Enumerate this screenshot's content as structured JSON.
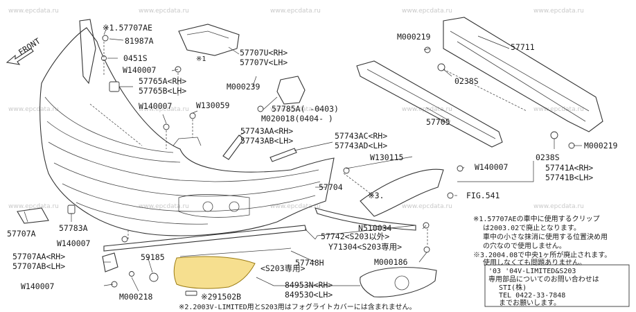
{
  "watermark": "www.epcdata.ru",
  "front_arrow": {
    "text": "FRONT"
  },
  "labels": {
    "p57707AE": "※1.57707AE",
    "p81987A": "81987A",
    "p0451S": "0451S",
    "pW140007a": "W140007",
    "p57765A": "57765A<RH>",
    "p57765B": "57765B<LH>",
    "pW140007b": "W140007",
    "pW130059": "W130059",
    "p57707U": "57707U<RH>",
    "p57707V": "57707V<LH>",
    "pM000239": "M000239",
    "p57785A": "57785A(    -0403)",
    "pM020018": "M020018(0404-    )",
    "p57743AA": "57743AA<RH>",
    "p57743AB": "57743AB<LH>",
    "p57743AC": "57743AC<RH>",
    "p57743AD": "57743AD<LH>",
    "pM000219a": "M000219",
    "p0238Sa": "0238S",
    "p57711": "57711",
    "p57705": "57705",
    "p0238Sb": "0238S",
    "pM000219b": "M000219",
    "pW130115": "W130115",
    "pW140007c": "W140007",
    "p57741A": "57741A<RH>",
    "p57741B": "57741B<LH>",
    "p57704": "57704",
    "pStar3": "※3.",
    "pFIG541": "FIG.541",
    "p57707A": "57707A",
    "p57783A": "57783A",
    "pW140007d": "W140007",
    "p57707AA": "57707AA<RH>",
    "p57707AB": "57707AB<LH>",
    "pW140007e": "W140007",
    "p59185": "59185",
    "pM000218": "M000218",
    "p57742": "57742<S203以外>",
    "pY71304": "Y71304<S203専用>",
    "p57748H": "57748H",
    "pS203only": "<S203専用>",
    "pN510034": "N510034",
    "pM000186": "M000186",
    "p84953N": "84953N<RH>",
    "p84953O": "84953O<LH>",
    "p291502B": "※291502B",
    "pStar1": "※1"
  },
  "notes": {
    "n1_line1": "※1.57707AEの車中に使用するクリップ",
    "n1_line2": "は2003.02で廃止となります。",
    "n1_line3": "車中の小さな抹消に使用する位置決め用",
    "n1_line4": "の穴なので使用しません。",
    "n3_line1": "※3.2004.08で中央1ヶ所が廃止されます。",
    "n3_line2": "使用しなくても問題ありません。",
    "box_line1": "'03 '04V-LIMITED&S203",
    "box_line2": "専用部品についてのお問い合わせは",
    "box_line3": "STI(株)",
    "box_line4": "TEL 0422-33-7848",
    "box_line5": "までお願いします。",
    "n2": "※2.2003V-LIMITED用とS203用はフォグライトカバーには含まれません。"
  }
}
